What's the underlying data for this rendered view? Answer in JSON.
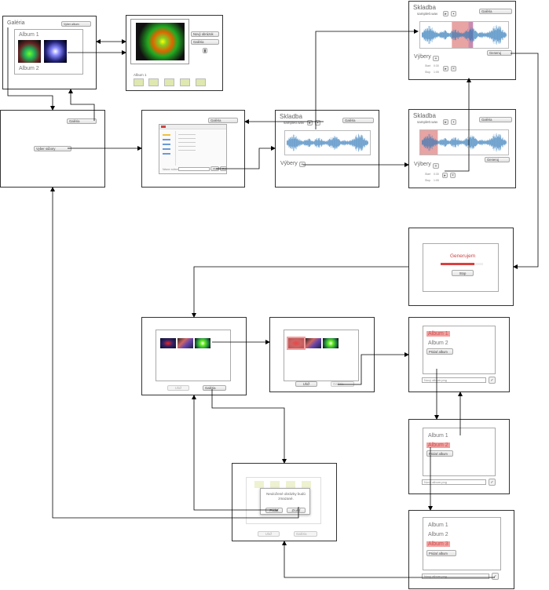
{
  "s1": {
    "title": "Galéria",
    "dropdown": "Vyber album",
    "album1": "Album 1",
    "album2": "Album 2"
  },
  "s2": {
    "btn_new": "Nový obrázok",
    "btn_gallery": "Galéria",
    "album_label": "Album 1"
  },
  "s3": {
    "btn_gallery": "Galéria",
    "btn_upload": "Vyber súbory"
  },
  "s4": {
    "btn_gallery": "Galéria",
    "file_label": "Názov súboru",
    "open_btn": "Otvoriť",
    "cancel_btn": "Zrušiť"
  },
  "s5": {
    "title": "Skladba",
    "file": "sample0.wav",
    "btn_gallery": "Galéria",
    "sel_label": "Výbery"
  },
  "s6": {
    "title": "Skladba",
    "file": "sample0.wav",
    "btn_gallery": "Galéria",
    "sel_label": "Výbery",
    "btn_generate": "Generuj",
    "start_label": "Start",
    "end_label": "Stop",
    "start_val": "0:30",
    "end_val": "1:05"
  },
  "s7": {
    "title": "Skladba",
    "file": "sample0.wav",
    "btn_gallery": "Galéria",
    "sel_label": "Výbery",
    "btn_generate": "Generuj",
    "start_label": "Start",
    "end_label": "Stop",
    "start_val": "0:30",
    "end_val": "1:05"
  },
  "s8": {
    "title": "Generujem",
    "btn_stop": "Stop"
  },
  "s9": {
    "btn_save": "Ulož",
    "btn_gallery": "Galéria"
  },
  "s10": {
    "btn_save": "Ulož",
    "btn_gallery": "Galéria"
  },
  "s11": {
    "album1": "Album 1",
    "album2": "Album 2",
    "btn_add": "Pridať album",
    "input": "Nový album.png"
  },
  "s12": {
    "album1": "Album 1",
    "album2": "Album 2",
    "btn_add": "Pridať album",
    "input": "Nový album.png"
  },
  "s13": {
    "album1": "Album 1",
    "album2": "Album 2",
    "album3": "Album 3",
    "btn_add": "Pridať album",
    "input": "Nový album.png"
  },
  "s14": {
    "msg": "Neuložené obrázky budú zmazané.",
    "btn_add": "Pridať",
    "btn_cancel": "Zrušiť",
    "btn_save": "Ulož",
    "btn_gallery": "Galéria"
  },
  "colors": {
    "highlight": "#f2a0a0",
    "wave": "#2e78b8",
    "selection": "#e8a3a3",
    "generate_bar": "#d94040"
  }
}
